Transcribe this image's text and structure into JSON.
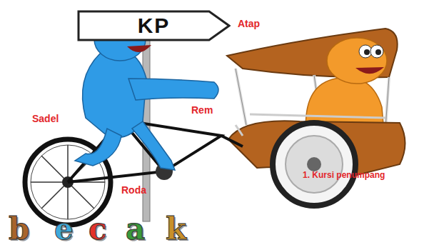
{
  "diagram": {
    "nodes": [
      {
        "text": [
          "KP"
        ]
      }
    ],
    "labels": [
      "Atap",
      "Sadel",
      "Rem",
      "Roda",
      "1. Kursi penumpang",
      "b",
      "e",
      "c",
      "a",
      "k"
    ]
  }
}
